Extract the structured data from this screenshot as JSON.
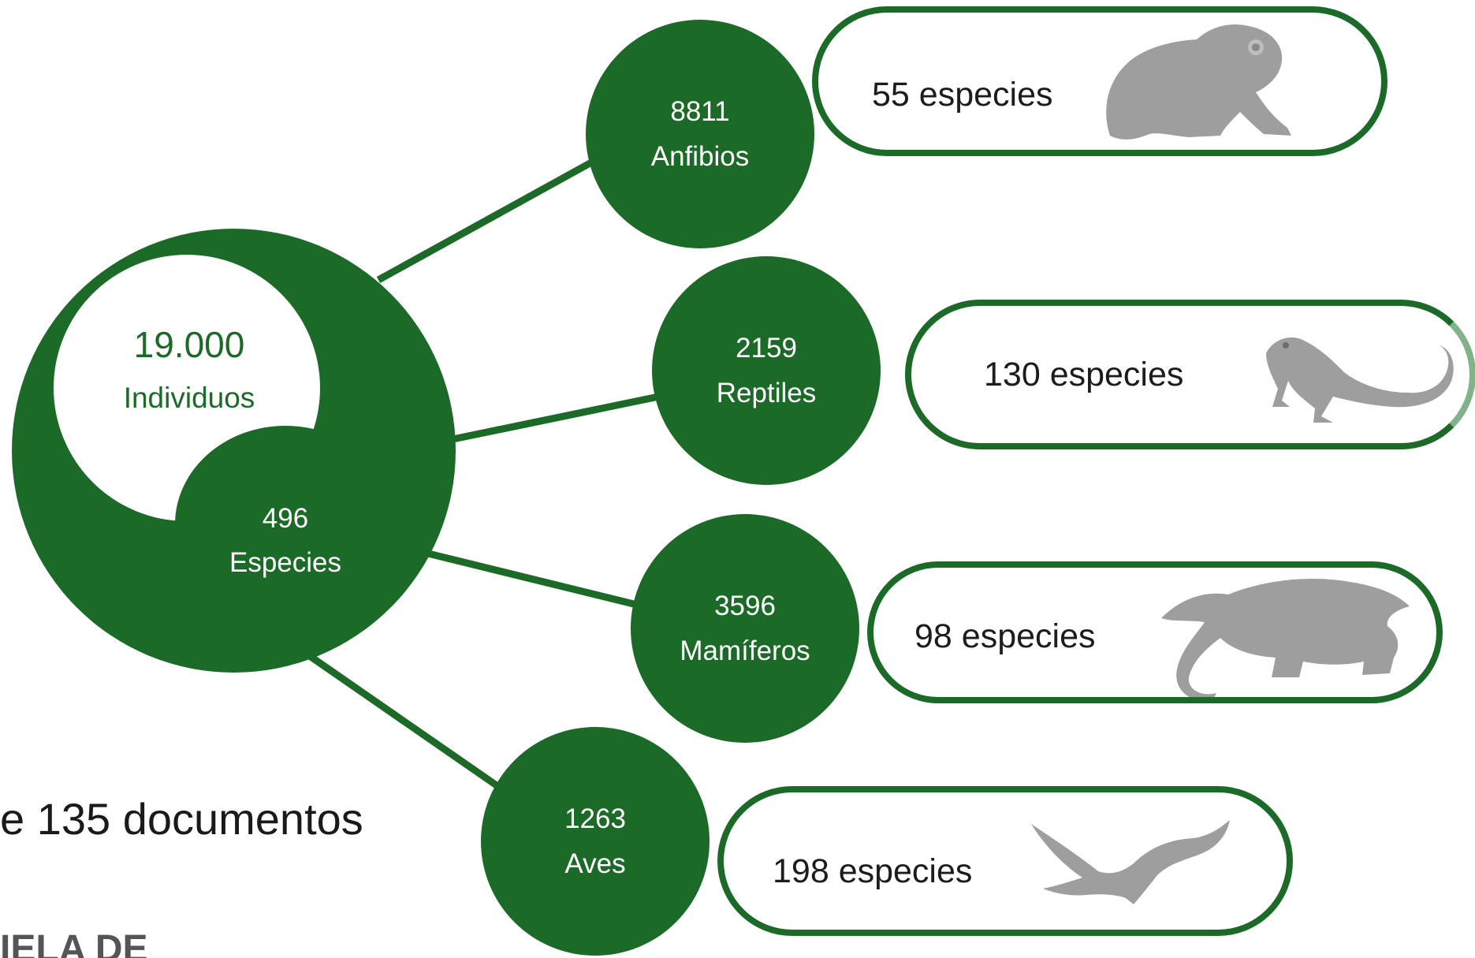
{
  "colors": {
    "green": "#1b6a27",
    "silhouette": "#9e9e9e"
  },
  "summary": {
    "individuals_count": "19.000",
    "individuals_label": "Individuos",
    "species_count": "496",
    "species_label": "Especies"
  },
  "groups": [
    {
      "count": "8811",
      "label": "Anfibios",
      "species": "55 especies",
      "icon": "frog-icon"
    },
    {
      "count": "2159",
      "label": "Reptiles",
      "species": "130 especies",
      "icon": "lizard-icon"
    },
    {
      "count": "3596",
      "label": "Mamíferos",
      "species": "98 especies",
      "icon": "anteater-icon"
    },
    {
      "count": "1263",
      "label": "Aves",
      "species": "198 especies",
      "icon": "bird-icon"
    }
  ],
  "left_text": "e 135 documentos",
  "bottom_text": "IELA DE"
}
